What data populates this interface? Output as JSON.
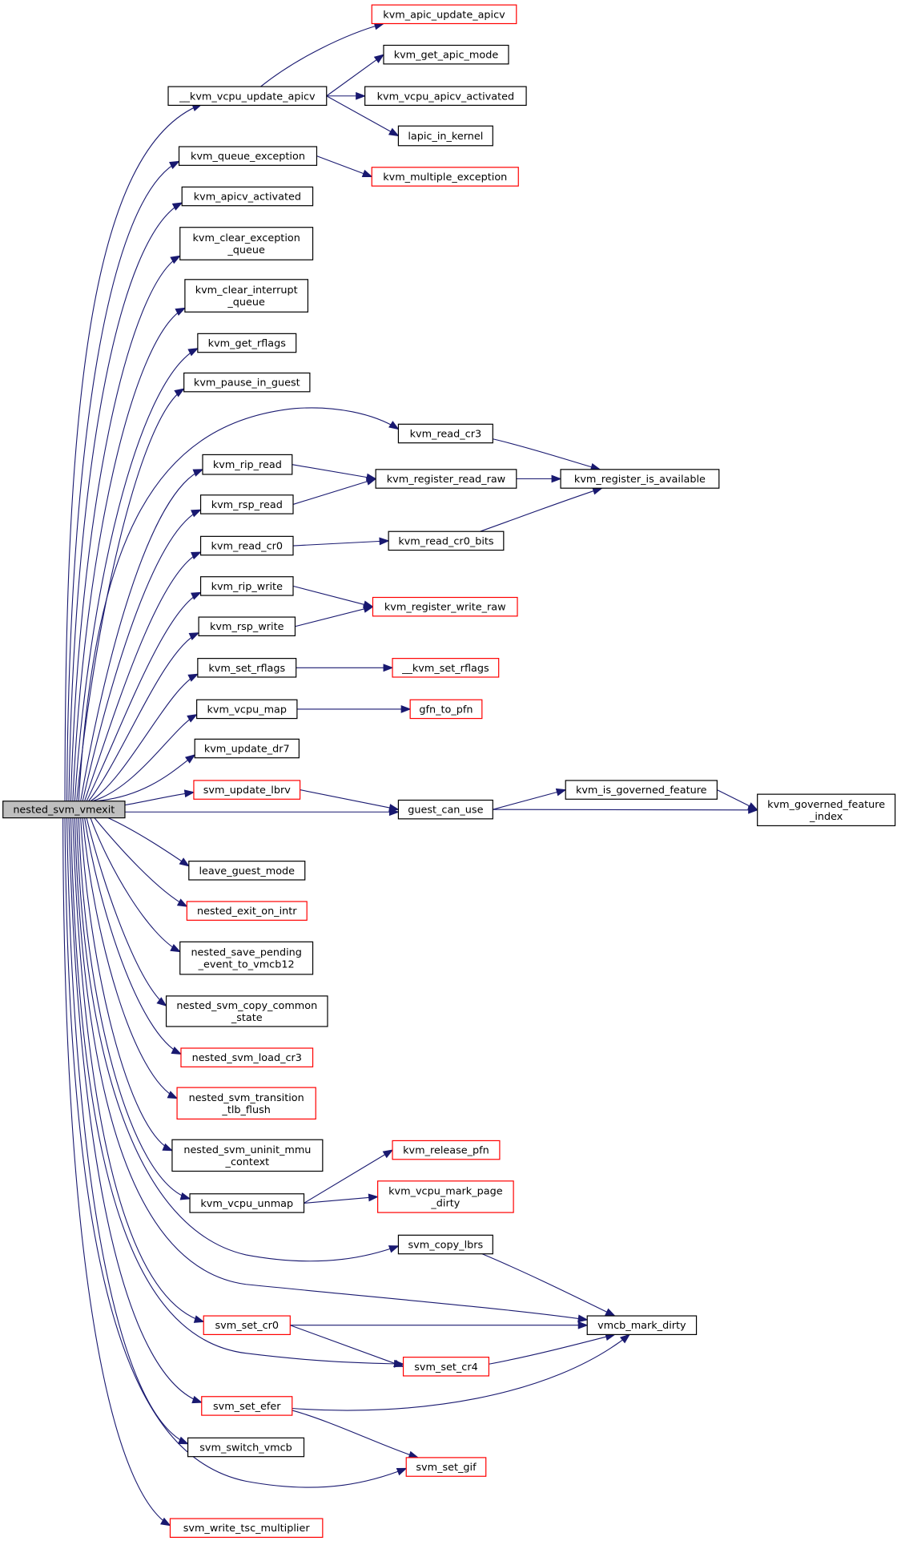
{
  "colors": {
    "edge": "#191970",
    "root_fill": "#bfbfbf",
    "node_fill": "#ffffff",
    "border_black": "#000000",
    "border_red": "#ff0000"
  },
  "nodes": [
    {
      "id": "root",
      "label": [
        "nested_svm_vmexit"
      ],
      "border": "black",
      "root": true
    },
    {
      "id": "kvm_apic_update_apicv",
      "label": [
        "kvm_apic_update_apicv"
      ],
      "border": "red"
    },
    {
      "id": "__kvm_vcpu_update_apicv",
      "label": [
        "__kvm_vcpu_update_apicv"
      ],
      "border": "black"
    },
    {
      "id": "kvm_get_apic_mode",
      "label": [
        "kvm_get_apic_mode"
      ],
      "border": "black"
    },
    {
      "id": "kvm_vcpu_apicv_activated",
      "label": [
        "kvm_vcpu_apicv_activated"
      ],
      "border": "black"
    },
    {
      "id": "lapic_in_kernel",
      "label": [
        "lapic_in_kernel"
      ],
      "border": "black"
    },
    {
      "id": "kvm_queue_exception",
      "label": [
        "kvm_queue_exception"
      ],
      "border": "black"
    },
    {
      "id": "kvm_multiple_exception",
      "label": [
        "kvm_multiple_exception"
      ],
      "border": "red"
    },
    {
      "id": "kvm_apicv_activated",
      "label": [
        "kvm_apicv_activated"
      ],
      "border": "black"
    },
    {
      "id": "kvm_clear_exception_queue",
      "label": [
        "kvm_clear_exception",
        "_queue"
      ],
      "border": "black"
    },
    {
      "id": "kvm_clear_interrupt_queue",
      "label": [
        "kvm_clear_interrupt",
        "_queue"
      ],
      "border": "black"
    },
    {
      "id": "kvm_get_rflags",
      "label": [
        "kvm_get_rflags"
      ],
      "border": "black"
    },
    {
      "id": "kvm_pause_in_guest",
      "label": [
        "kvm_pause_in_guest"
      ],
      "border": "black"
    },
    {
      "id": "kvm_read_cr3",
      "label": [
        "kvm_read_cr3"
      ],
      "border": "black"
    },
    {
      "id": "kvm_rip_read",
      "label": [
        "kvm_rip_read"
      ],
      "border": "black"
    },
    {
      "id": "kvm_register_read_raw",
      "label": [
        "kvm_register_read_raw"
      ],
      "border": "black"
    },
    {
      "id": "kvm_register_is_available",
      "label": [
        "kvm_register_is_available"
      ],
      "border": "black"
    },
    {
      "id": "kvm_rsp_read",
      "label": [
        "kvm_rsp_read"
      ],
      "border": "black"
    },
    {
      "id": "kvm_read_cr0",
      "label": [
        "kvm_read_cr0"
      ],
      "border": "black"
    },
    {
      "id": "kvm_read_cr0_bits",
      "label": [
        "kvm_read_cr0_bits"
      ],
      "border": "black"
    },
    {
      "id": "kvm_rip_write",
      "label": [
        "kvm_rip_write"
      ],
      "border": "black"
    },
    {
      "id": "kvm_register_write_raw",
      "label": [
        "kvm_register_write_raw"
      ],
      "border": "red"
    },
    {
      "id": "kvm_rsp_write",
      "label": [
        "kvm_rsp_write"
      ],
      "border": "black"
    },
    {
      "id": "kvm_set_rflags",
      "label": [
        "kvm_set_rflags"
      ],
      "border": "black"
    },
    {
      "id": "__kvm_set_rflags",
      "label": [
        "__kvm_set_rflags"
      ],
      "border": "red"
    },
    {
      "id": "kvm_vcpu_map",
      "label": [
        "kvm_vcpu_map"
      ],
      "border": "black"
    },
    {
      "id": "gfn_to_pfn",
      "label": [
        "gfn_to_pfn"
      ],
      "border": "red"
    },
    {
      "id": "kvm_update_dr7",
      "label": [
        "kvm_update_dr7"
      ],
      "border": "black"
    },
    {
      "id": "svm_update_lbrv",
      "label": [
        "svm_update_lbrv"
      ],
      "border": "red"
    },
    {
      "id": "guest_can_use",
      "label": [
        "guest_can_use"
      ],
      "border": "black"
    },
    {
      "id": "kvm_is_governed_feature",
      "label": [
        "kvm_is_governed_feature"
      ],
      "border": "black"
    },
    {
      "id": "kvm_governed_feature_index",
      "label": [
        "kvm_governed_feature",
        "_index"
      ],
      "border": "black"
    },
    {
      "id": "leave_guest_mode",
      "label": [
        "leave_guest_mode"
      ],
      "border": "black"
    },
    {
      "id": "nested_exit_on_intr",
      "label": [
        "nested_exit_on_intr"
      ],
      "border": "red"
    },
    {
      "id": "nested_save_pending_event_to_vmcb12",
      "label": [
        "nested_save_pending",
        "_event_to_vmcb12"
      ],
      "border": "black"
    },
    {
      "id": "nested_svm_copy_common_state",
      "label": [
        "nested_svm_copy_common",
        "_state"
      ],
      "border": "black"
    },
    {
      "id": "nested_svm_load_cr3",
      "label": [
        "nested_svm_load_cr3"
      ],
      "border": "red"
    },
    {
      "id": "nested_svm_transition_tlb_flush",
      "label": [
        "nested_svm_transition",
        "_tlb_flush"
      ],
      "border": "red"
    },
    {
      "id": "nested_svm_uninit_mmu_context",
      "label": [
        "nested_svm_uninit_mmu",
        "_context"
      ],
      "border": "black"
    },
    {
      "id": "kvm_release_pfn",
      "label": [
        "kvm_release_pfn"
      ],
      "border": "red"
    },
    {
      "id": "kvm_vcpu_unmap",
      "label": [
        "kvm_vcpu_unmap"
      ],
      "border": "black"
    },
    {
      "id": "kvm_vcpu_mark_page_dirty",
      "label": [
        "kvm_vcpu_mark_page",
        "_dirty"
      ],
      "border": "red"
    },
    {
      "id": "svm_copy_lbrs",
      "label": [
        "svm_copy_lbrs"
      ],
      "border": "black"
    },
    {
      "id": "vmcb_mark_dirty",
      "label": [
        "vmcb_mark_dirty"
      ],
      "border": "black"
    },
    {
      "id": "svm_set_cr0",
      "label": [
        "svm_set_cr0"
      ],
      "border": "red"
    },
    {
      "id": "svm_set_cr4",
      "label": [
        "svm_set_cr4"
      ],
      "border": "red"
    },
    {
      "id": "svm_set_efer",
      "label": [
        "svm_set_efer"
      ],
      "border": "red"
    },
    {
      "id": "svm_switch_vmcb",
      "label": [
        "svm_switch_vmcb"
      ],
      "border": "black"
    },
    {
      "id": "svm_set_gif",
      "label": [
        "svm_set_gif"
      ],
      "border": "red"
    },
    {
      "id": "svm_write_tsc_multiplier",
      "label": [
        "svm_write_tsc_multiplier"
      ],
      "border": "red"
    }
  ],
  "edges": [
    [
      "root",
      "__kvm_vcpu_update_apicv"
    ],
    [
      "root",
      "kvm_queue_exception"
    ],
    [
      "root",
      "kvm_apicv_activated"
    ],
    [
      "root",
      "kvm_clear_exception_queue"
    ],
    [
      "root",
      "kvm_clear_interrupt_queue"
    ],
    [
      "root",
      "kvm_get_rflags"
    ],
    [
      "root",
      "kvm_pause_in_guest"
    ],
    [
      "root",
      "kvm_read_cr3"
    ],
    [
      "root",
      "kvm_rip_read"
    ],
    [
      "root",
      "kvm_rsp_read"
    ],
    [
      "root",
      "kvm_read_cr0"
    ],
    [
      "root",
      "kvm_rip_write"
    ],
    [
      "root",
      "kvm_rsp_write"
    ],
    [
      "root",
      "kvm_set_rflags"
    ],
    [
      "root",
      "kvm_vcpu_map"
    ],
    [
      "root",
      "kvm_update_dr7"
    ],
    [
      "root",
      "svm_update_lbrv"
    ],
    [
      "root",
      "guest_can_use"
    ],
    [
      "root",
      "leave_guest_mode"
    ],
    [
      "root",
      "nested_exit_on_intr"
    ],
    [
      "root",
      "nested_save_pending_event_to_vmcb12"
    ],
    [
      "root",
      "nested_svm_copy_common_state"
    ],
    [
      "root",
      "nested_svm_load_cr3"
    ],
    [
      "root",
      "nested_svm_transition_tlb_flush"
    ],
    [
      "root",
      "nested_svm_uninit_mmu_context"
    ],
    [
      "root",
      "kvm_vcpu_unmap"
    ],
    [
      "root",
      "svm_copy_lbrs"
    ],
    [
      "root",
      "vmcb_mark_dirty"
    ],
    [
      "root",
      "svm_set_cr0"
    ],
    [
      "root",
      "svm_set_cr4"
    ],
    [
      "root",
      "svm_set_efer"
    ],
    [
      "root",
      "svm_switch_vmcb"
    ],
    [
      "root",
      "svm_set_gif"
    ],
    [
      "root",
      "svm_write_tsc_multiplier"
    ],
    [
      "__kvm_vcpu_update_apicv",
      "kvm_apic_update_apicv"
    ],
    [
      "__kvm_vcpu_update_apicv",
      "kvm_get_apic_mode"
    ],
    [
      "__kvm_vcpu_update_apicv",
      "kvm_vcpu_apicv_activated"
    ],
    [
      "__kvm_vcpu_update_apicv",
      "lapic_in_kernel"
    ],
    [
      "kvm_queue_exception",
      "kvm_multiple_exception"
    ],
    [
      "kvm_read_cr3",
      "kvm_register_is_available"
    ],
    [
      "kvm_rip_read",
      "kvm_register_read_raw"
    ],
    [
      "kvm_rsp_read",
      "kvm_register_read_raw"
    ],
    [
      "kvm_register_read_raw",
      "kvm_register_is_available"
    ],
    [
      "kvm_read_cr0",
      "kvm_read_cr0_bits"
    ],
    [
      "kvm_read_cr0_bits",
      "kvm_register_is_available"
    ],
    [
      "kvm_rip_write",
      "kvm_register_write_raw"
    ],
    [
      "kvm_rsp_write",
      "kvm_register_write_raw"
    ],
    [
      "kvm_set_rflags",
      "__kvm_set_rflags"
    ],
    [
      "kvm_vcpu_map",
      "gfn_to_pfn"
    ],
    [
      "svm_update_lbrv",
      "guest_can_use"
    ],
    [
      "guest_can_use",
      "kvm_is_governed_feature"
    ],
    [
      "guest_can_use",
      "kvm_governed_feature_index"
    ],
    [
      "kvm_is_governed_feature",
      "kvm_governed_feature_index"
    ],
    [
      "kvm_vcpu_unmap",
      "kvm_release_pfn"
    ],
    [
      "kvm_vcpu_unmap",
      "kvm_vcpu_mark_page_dirty"
    ],
    [
      "svm_copy_lbrs",
      "vmcb_mark_dirty"
    ],
    [
      "svm_set_cr0",
      "vmcb_mark_dirty"
    ],
    [
      "svm_set_cr0",
      "svm_set_cr4"
    ],
    [
      "svm_set_cr4",
      "vmcb_mark_dirty"
    ],
    [
      "svm_set_efer",
      "vmcb_mark_dirty"
    ],
    [
      "svm_set_efer",
      "svm_set_gif"
    ]
  ]
}
